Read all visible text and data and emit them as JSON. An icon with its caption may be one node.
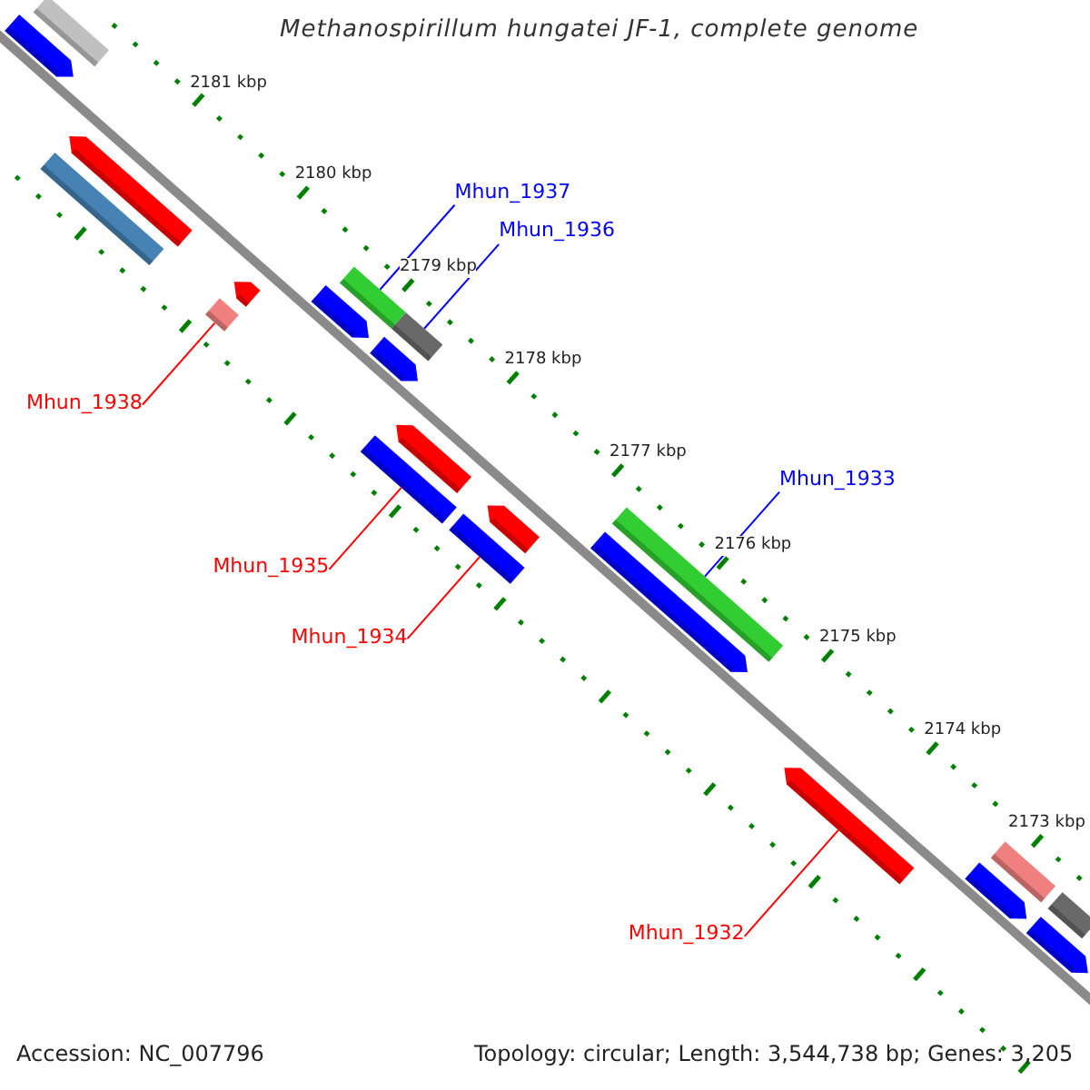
{
  "diagram": {
    "title": "Methanospirillum hungatei JF-1, complete genome",
    "nodes": [
      {
        "text": [
          "Mhun_1937"
        ]
      },
      {
        "text": [
          "Mhun_1936"
        ]
      },
      {
        "text": [
          "Mhun_1938"
        ]
      },
      {
        "text": [
          "Mhun_1933"
        ]
      },
      {
        "text": [
          "Mhun_1935"
        ]
      },
      {
        "text": [
          "Mhun_1934"
        ]
      },
      {
        "text": [
          "Mhun_1932"
        ]
      },
      {
        "text": [],
        "shape": "bar"
      },
      {
        "text": [],
        "shape": "pentagon"
      },
      {
        "text": [],
        "shape": "pentagon"
      },
      {
        "text": [],
        "shape": "bar"
      },
      {
        "text": [],
        "shape": "pentagon"
      },
      {
        "text": [],
        "shape": "bar"
      },
      {
        "text": [],
        "shape": "pentagon"
      },
      {
        "text": [],
        "shape": "bar"
      },
      {
        "text": [],
        "shape": "bar"
      },
      {
        "text": [],
        "shape": "pentagon"
      },
      {
        "text": [],
        "shape": "bar"
      },
      {
        "text": [],
        "shape": "pentagon"
      },
      {
        "text": [],
        "shape": "bar"
      },
      {
        "text": [],
        "shape": "pentagon"
      },
      {
        "text": [],
        "shape": "bar"
      },
      {
        "text": [],
        "shape": "pentagon"
      },
      {
        "text": [],
        "shape": "pentagon"
      },
      {
        "text": [],
        "shape": "pentagon"
      },
      {
        "text": [],
        "shape": "bar"
      },
      {
        "text": [],
        "shape": "bar"
      },
      {
        "text": [],
        "shape": "pentagon"
      }
    ],
    "edges": [
      {
        "from": 0,
        "to": 14,
        "arrow": "none",
        "color": "#0000ff"
      },
      {
        "from": 1,
        "to": 15,
        "arrow": "none",
        "color": "#0000ff"
      },
      {
        "from": 2,
        "to": 12,
        "arrow": "none"
      },
      {
        "from": 3,
        "to": 21,
        "arrow": "none",
        "color": "#0000ff"
      },
      {
        "from": 4,
        "to": 17,
        "arrow": "none"
      },
      {
        "from": 5,
        "to": 19,
        "arrow": "none"
      },
      {
        "from": 6,
        "to": 23,
        "arrow": "none"
      }
    ],
    "labels": [
      "2181 kbp",
      "2180 kbp",
      "2179 kbp",
      "2178 kbp",
      "2177 kbp",
      "2176 kbp",
      "2175 kbp",
      "2174 kbp",
      "2173 kbp",
      "Accession: NC_007796",
      "Topology: circular; Length: 3,544,738 bp; Genes: 3,205"
    ]
  }
}
